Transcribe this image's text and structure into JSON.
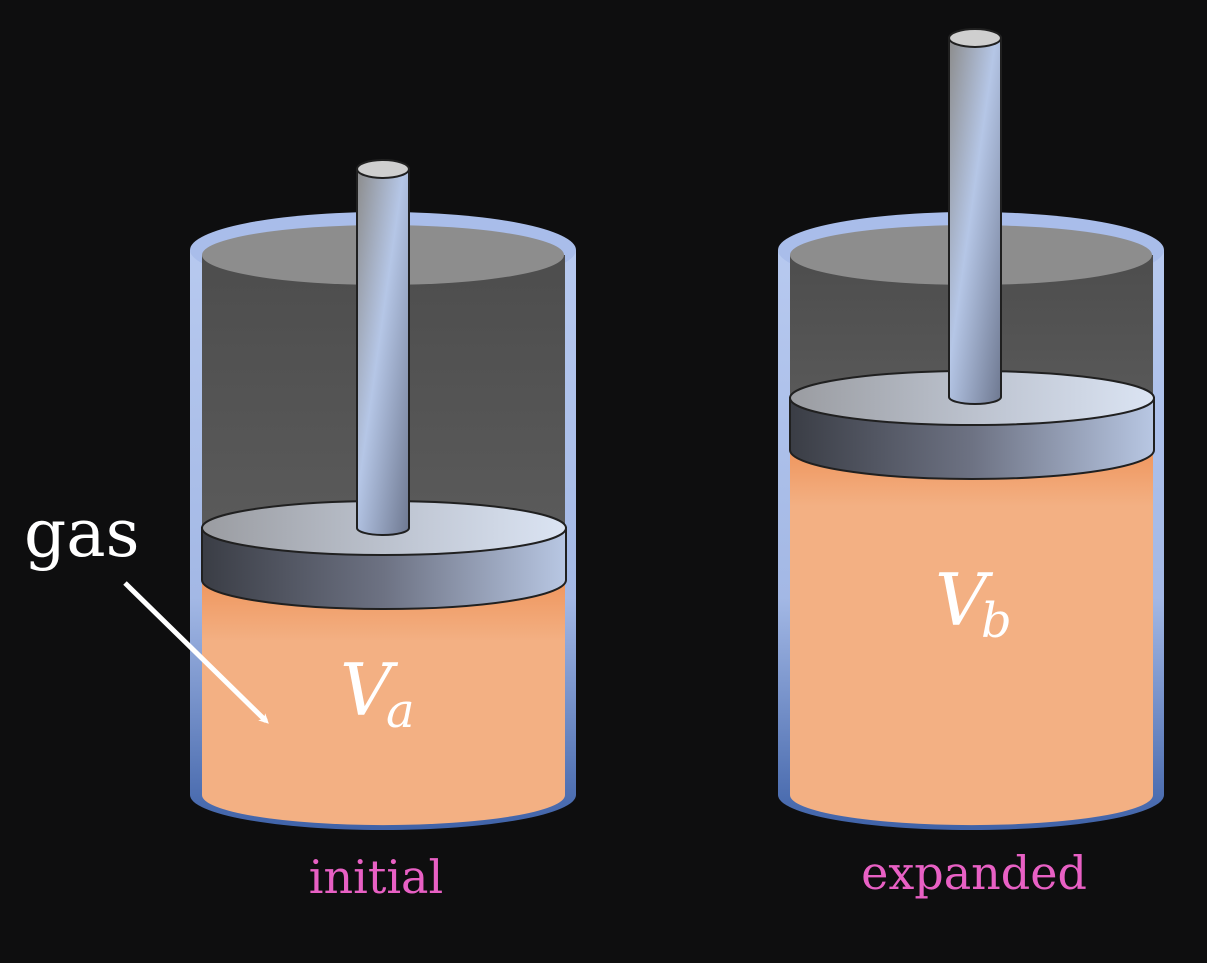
{
  "labels": {
    "gas": "gas",
    "initial": "initial",
    "expanded": "expanded",
    "volume_a_main": "V",
    "volume_a_sub": "a",
    "volume_b_main": "V",
    "volume_b_sub": "b"
  },
  "colors": {
    "background": "#0e0e0f",
    "gas": "#f3b083",
    "caption": "#e860c4",
    "label": "#ffffff",
    "cylinder_rim": "#9fb6e6"
  }
}
